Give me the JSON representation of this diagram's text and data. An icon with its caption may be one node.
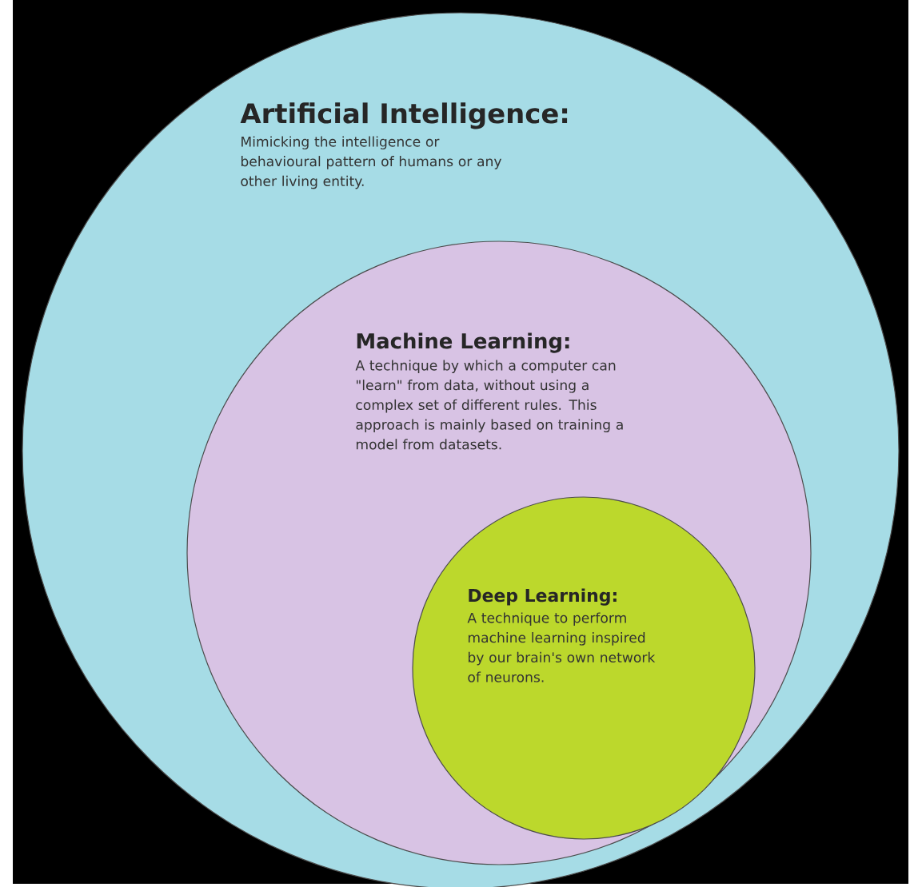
{
  "diagram": {
    "nodes": [
      {
        "text": [
          "Artificial Intelligence:",
          "Mimicking the intelligence or behavioural pattern of humans or any other living entity."
        ]
      },
      {
        "text": [
          "Machine Learning:",
          "A technique by which a computer can \"learn\" from data, without using a complex set of different rules. This approach is mainly based on training a model from datasets."
        ],
        "in": 0
      },
      {
        "text": [
          "Deep Learning:",
          "A technique to perform machine learning inspired by our brain's own network of neurons."
        ],
        "in": 1
      }
    ]
  }
}
